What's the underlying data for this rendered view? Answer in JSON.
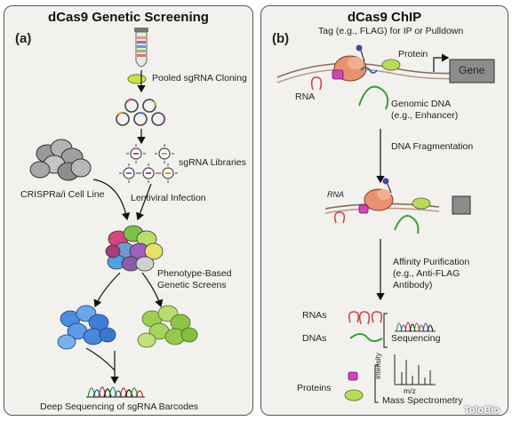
{
  "left_panel": {
    "title": "dCas9 Genetic Screening",
    "panel_label": "(a)",
    "pooled_cloning": "Pooled sgRNA Cloning",
    "sgrna_libraries": "sgRNA Libraries",
    "cell_line": "CRISPRa/i Cell Line",
    "lentiviral_infection": "Lentiviral Infection",
    "phenotype_screens_line1": "Phenotype-Based",
    "phenotype_screens_line2": "Genetic Screens",
    "deep_sequencing": "Deep Sequencing of sgRNA Barcodes"
  },
  "right_panel": {
    "title": "dCas9 ChIP",
    "panel_label": "(b)",
    "tag_label": "Tag (e.g., FLAG) for IP or Pulldown",
    "protein_label": "Protein",
    "gene_label": "Gene",
    "rna_label": "RNA",
    "rna_label_small": "RNA",
    "genomic_dna_line1": "Genomic DNA",
    "genomic_dna_line2": "(e.g., Enhancer)",
    "dna_fragmentation": "DNA Fragmentation",
    "affinity_line1": "Affinity Purification",
    "affinity_line2": "(e.g., Anti-FLAG",
    "affinity_line3": "Antibody)",
    "rnas_label": "RNAs",
    "dnas_label": "DNAs",
    "sequencing_label": "Sequencing",
    "intensity_label": "Intensity",
    "mz_label": "m/z",
    "proteins_label": "Proteins",
    "mass_spec_label": "Mass Spectrometry"
  },
  "watermark": "TolоBio"
}
